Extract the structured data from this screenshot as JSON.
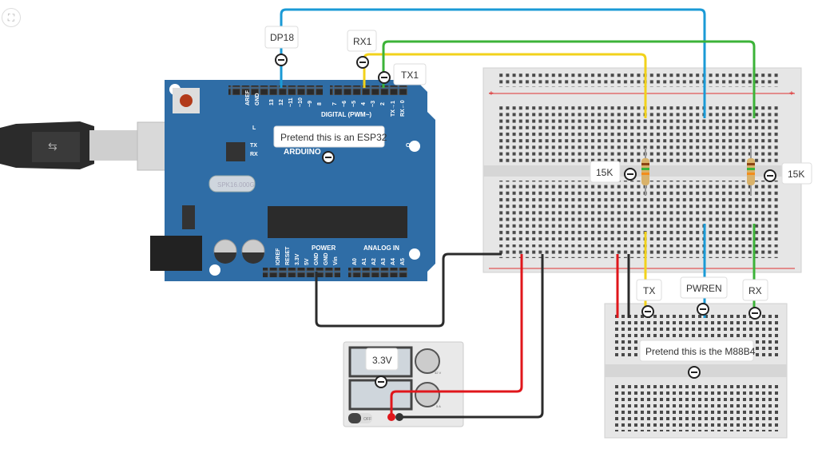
{
  "toolbar": {
    "fit_icon": "fit-view-icon"
  },
  "arduino": {
    "brand": "ARDUINO",
    "digital_label": "DIGITAL (PWM~)",
    "power_label": "POWER",
    "analog_label": "ANALOG IN",
    "crystal": "SPK16.000G",
    "digital_pins": [
      "AREF",
      "GND",
      "13",
      "12",
      "~11",
      "~10",
      "~9",
      "8",
      "7",
      "~6",
      "~5",
      "4",
      "~3",
      "2",
      "TX→1",
      "RX←0"
    ],
    "power_pins": [
      "IOREF",
      "RESET",
      "3.3V",
      "5V",
      "GND",
      "GND",
      "Vin"
    ],
    "analog_pins": [
      "A0",
      "A1",
      "A2",
      "A3",
      "A4",
      "A5"
    ],
    "leds": [
      "L",
      "TX",
      "RX",
      "ON"
    ]
  },
  "notes": {
    "dp18": "DP18",
    "rx1": "RX1",
    "tx1": "TX1",
    "esp32": "Pretend this is an ESP32",
    "r_left": "15K",
    "r_right": "15K",
    "tx": "TX",
    "pwren": "PWREN",
    "rx": "RX",
    "m88b4": "Pretend this is the M88B4",
    "supply": "3.3V"
  },
  "power_supply": {
    "switch_label": "OFF",
    "voltage_max": "32 V",
    "current_max": "5 A"
  },
  "colors": {
    "board": "#2f6da6",
    "wire_blue": "#1a9ad6",
    "wire_yellow": "#f2d21b",
    "wire_green": "#3cb338",
    "wire_red": "#e0161b",
    "wire_black": "#2b2b2b"
  }
}
